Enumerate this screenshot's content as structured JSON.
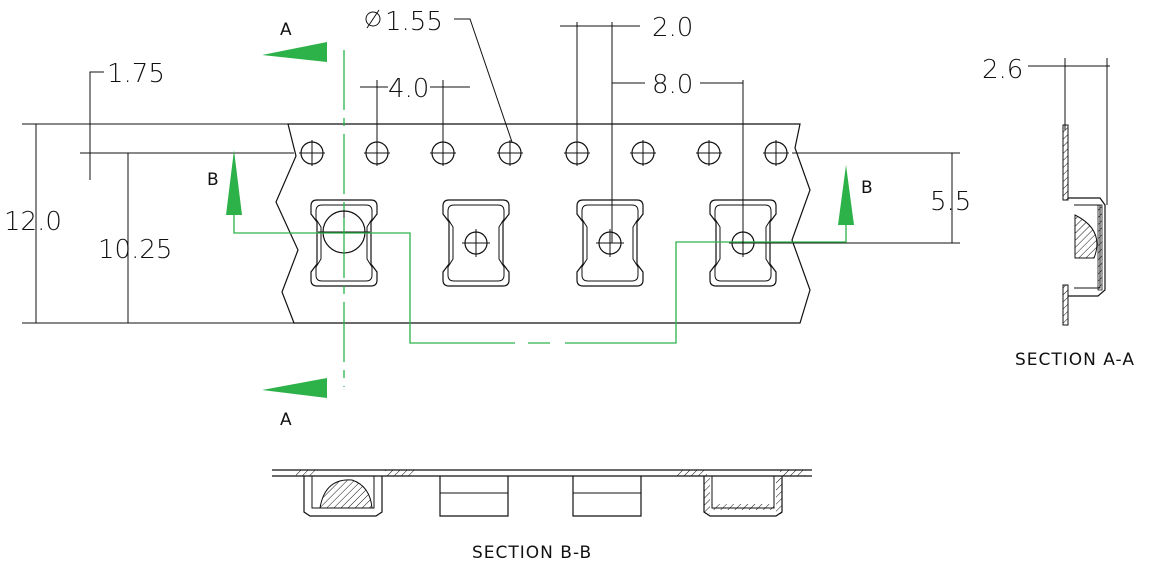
{
  "dimensions": {
    "hole_diameter": "1.55",
    "hole_to_pocket": "2.0",
    "hole_edge": "1.75",
    "hole_pitch": "4.0",
    "pocket_pitch": "8.0",
    "tape_width": "12.0",
    "pocket_offset": "10.25",
    "center_offset": "5.5",
    "depth": "2.6"
  },
  "section_markers": {
    "a_top": "A",
    "a_bottom": "A",
    "b_left": "B",
    "b_right": "B"
  },
  "captions": {
    "section_aa": "SECTION A-A",
    "section_bb": "SECTION B-B"
  },
  "colors": {
    "section_line": "#2db24a",
    "outline": "#111111"
  }
}
